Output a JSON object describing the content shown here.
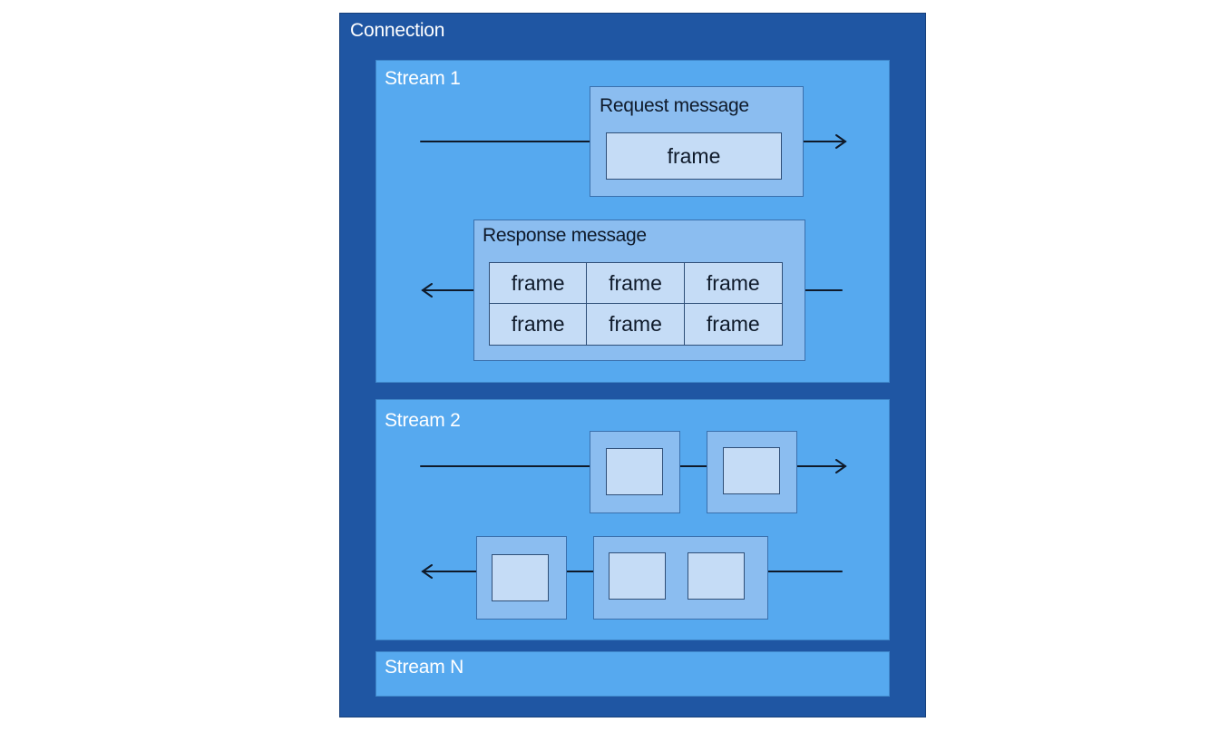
{
  "connection": {
    "label": "Connection"
  },
  "streams": [
    {
      "label": "Stream 1",
      "request": {
        "label": "Request message",
        "frames": [
          "frame"
        ]
      },
      "response": {
        "label": "Response message",
        "frames": [
          "frame",
          "frame",
          "frame",
          "frame",
          "frame",
          "frame"
        ]
      }
    },
    {
      "label": "Stream 2"
    },
    {
      "label": "Stream N"
    }
  ],
  "colors": {
    "connection": "#1f56a3",
    "stream": "#56a9ef",
    "message": "#8bbdf0",
    "frame": "#c5dcf6",
    "text_light": "#ffffff",
    "text_dark": "#0f1a2a"
  }
}
